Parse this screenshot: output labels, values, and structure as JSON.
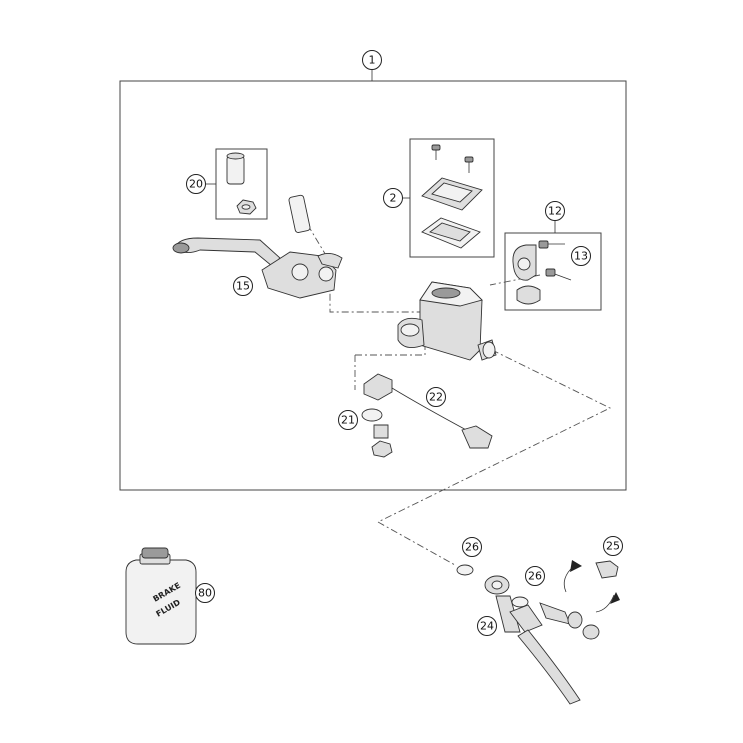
{
  "callouts": [
    {
      "id": "c1",
      "label": "1"
    },
    {
      "id": "c2",
      "label": "2"
    },
    {
      "id": "c12",
      "label": "12"
    },
    {
      "id": "c13",
      "label": "13"
    },
    {
      "id": "c15",
      "label": "15"
    },
    {
      "id": "c20",
      "label": "20"
    },
    {
      "id": "c21",
      "label": "21"
    },
    {
      "id": "c22",
      "label": "22"
    },
    {
      "id": "c24",
      "label": "24"
    },
    {
      "id": "c25",
      "label": "25"
    },
    {
      "id": "c26a",
      "label": "26"
    },
    {
      "id": "c26b",
      "label": "26"
    },
    {
      "id": "c80",
      "label": "80"
    }
  ],
  "bottle": {
    "label_line1": "BRAKE",
    "label_line2": "FLUID"
  }
}
